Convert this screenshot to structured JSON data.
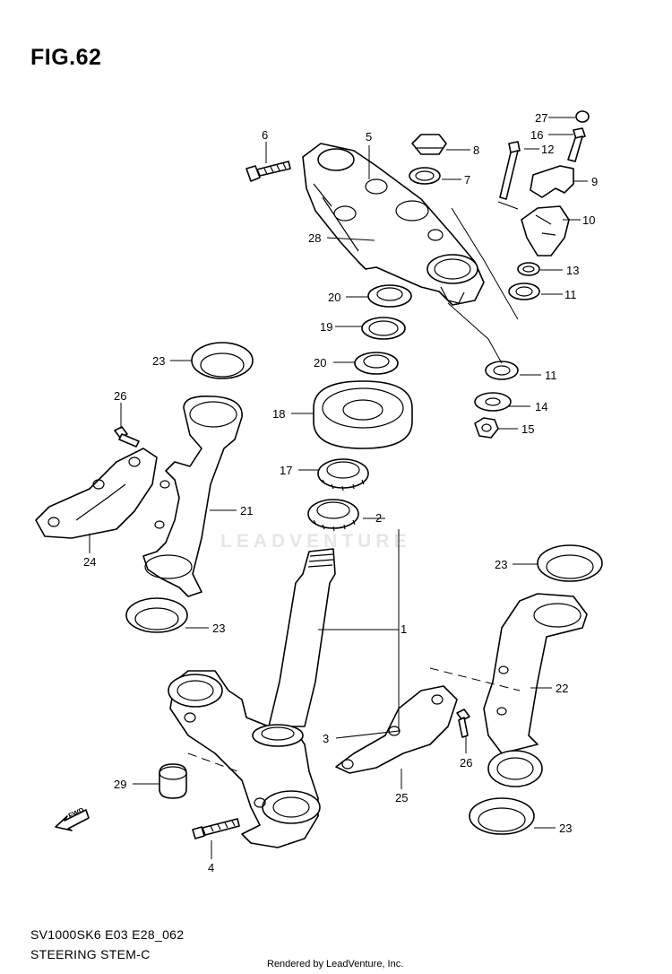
{
  "figure": {
    "title": "FIG.62"
  },
  "footer": {
    "model_code": "SV1000SK6 E03 E28_062",
    "section_name": "STEERING STEM-C",
    "credit": "Rendered by LeadVenture, Inc."
  },
  "watermark": "LEADVENTURE",
  "fwd_arrow_text": "FWD",
  "callouts": [
    {
      "id": "c1",
      "num": "1"
    },
    {
      "id": "c2",
      "num": "2"
    },
    {
      "id": "c3",
      "num": "3"
    },
    {
      "id": "c4",
      "num": "4"
    },
    {
      "id": "c5",
      "num": "5"
    },
    {
      "id": "c6",
      "num": "6"
    },
    {
      "id": "c7",
      "num": "7"
    },
    {
      "id": "c8",
      "num": "8"
    },
    {
      "id": "c9",
      "num": "9"
    },
    {
      "id": "c10",
      "num": "10"
    },
    {
      "id": "c11a",
      "num": "11"
    },
    {
      "id": "c11b",
      "num": "11"
    },
    {
      "id": "c12",
      "num": "12"
    },
    {
      "id": "c13",
      "num": "13"
    },
    {
      "id": "c14",
      "num": "14"
    },
    {
      "id": "c15",
      "num": "15"
    },
    {
      "id": "c16",
      "num": "16"
    },
    {
      "id": "c17",
      "num": "17"
    },
    {
      "id": "c18",
      "num": "18"
    },
    {
      "id": "c19",
      "num": "19"
    },
    {
      "id": "c20a",
      "num": "20"
    },
    {
      "id": "c20b",
      "num": "20"
    },
    {
      "id": "c21",
      "num": "21"
    },
    {
      "id": "c22",
      "num": "22"
    },
    {
      "id": "c23a",
      "num": "23"
    },
    {
      "id": "c23b",
      "num": "23"
    },
    {
      "id": "c23c",
      "num": "23"
    },
    {
      "id": "c23d",
      "num": "23"
    },
    {
      "id": "c24",
      "num": "24"
    },
    {
      "id": "c25",
      "num": "25"
    },
    {
      "id": "c26a",
      "num": "26"
    },
    {
      "id": "c26b",
      "num": "26"
    },
    {
      "id": "c27",
      "num": "27"
    },
    {
      "id": "c28",
      "num": "28"
    },
    {
      "id": "c29",
      "num": "29"
    }
  ]
}
